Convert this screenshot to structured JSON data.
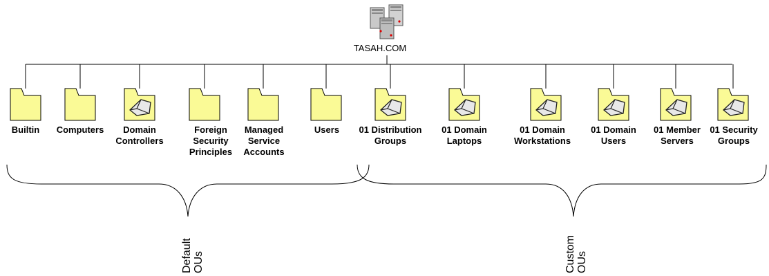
{
  "domain": {
    "name": "TASAH.COM",
    "icon": "server-icon"
  },
  "colors": {
    "folder_fill": "#fafa96",
    "folder_stroke": "#000000",
    "line": "#000000"
  },
  "containers": [
    {
      "id": "builtin",
      "lines": [
        "Builtin"
      ],
      "icon": "folder-icon"
    },
    {
      "id": "computers",
      "lines": [
        "Computers"
      ],
      "icon": "folder-icon"
    },
    {
      "id": "domain-controllers",
      "lines": [
        "Domain",
        "Controllers"
      ],
      "icon": "ou-folder-icon"
    },
    {
      "id": "foreign-security-principles",
      "lines": [
        "Foreign",
        "Security",
        "Principles"
      ],
      "icon": "folder-icon"
    },
    {
      "id": "managed-service-accounts",
      "lines": [
        "Managed",
        "Service",
        "Accounts"
      ],
      "icon": "folder-icon"
    },
    {
      "id": "users",
      "lines": [
        "Users"
      ],
      "icon": "folder-icon"
    },
    {
      "id": "01-distribution-groups",
      "lines": [
        "01 Distribution",
        "Groups"
      ],
      "icon": "ou-folder-icon"
    },
    {
      "id": "01-domain-laptops",
      "lines": [
        "01 Domain",
        "Laptops"
      ],
      "icon": "ou-folder-icon"
    },
    {
      "id": "01-domain-workstations",
      "lines": [
        "01 Domain",
        "Workstations"
      ],
      "icon": "ou-folder-icon"
    },
    {
      "id": "01-domain-users",
      "lines": [
        "01 Domain",
        "Users"
      ],
      "icon": "ou-folder-icon"
    },
    {
      "id": "01-member-servers",
      "lines": [
        "01 Member",
        "Servers"
      ],
      "icon": "ou-folder-icon"
    },
    {
      "id": "01-security-groups",
      "lines": [
        "01 Security",
        "Groups"
      ],
      "icon": "ou-folder-icon"
    }
  ],
  "groups": [
    {
      "id": "default",
      "lines": [
        "Default",
        "OUs"
      ]
    },
    {
      "id": "custom",
      "lines": [
        "Custom",
        "OUs"
      ]
    }
  ]
}
